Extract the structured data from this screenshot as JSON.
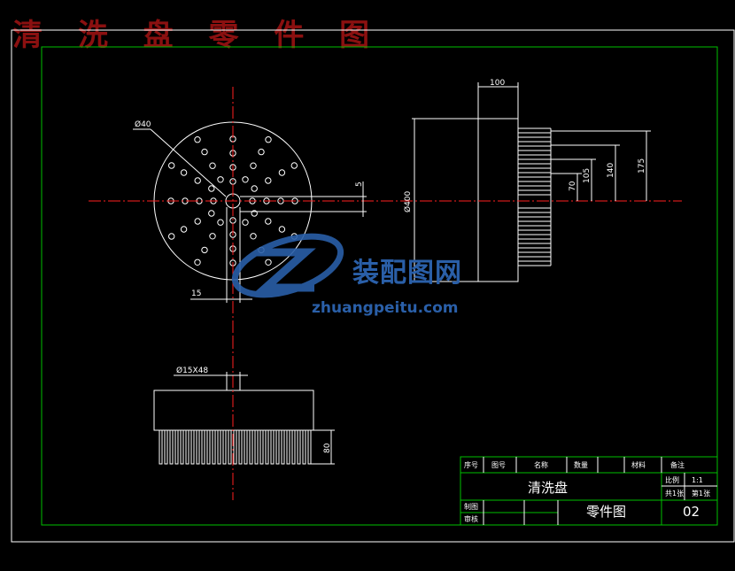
{
  "title": "清 洗 盘 零 件 图",
  "watermark": {
    "brand_cn": "装配图网",
    "url": "zhuangpeitu.com"
  },
  "dimensions": {
    "phi40": "Ø40",
    "d5": "5",
    "d15": "15",
    "phi400": "Ø400",
    "d100": "100",
    "d70": "70",
    "d105": "105",
    "d140": "140",
    "d175": "175",
    "phi15x48": "Ø15X48",
    "d80": "80"
  },
  "title_block": {
    "header": [
      "序号",
      "图号",
      "名称",
      "数量",
      "材料",
      "备注"
    ],
    "part_name": "清洗盘",
    "scale_label": "比例",
    "scale_value": "1:1",
    "sheets_label": "共1张",
    "sheet_label": "第1张",
    "designer_label": "制图",
    "reviewer_label": "审核",
    "drawing_type": "零件图",
    "drawing_number": "02"
  },
  "colors": {
    "frame": "#ffffff",
    "inner_frame": "#00c000",
    "center_line": "#ff2020",
    "watermark": "#2a5fa8",
    "title": "#8b1010"
  }
}
